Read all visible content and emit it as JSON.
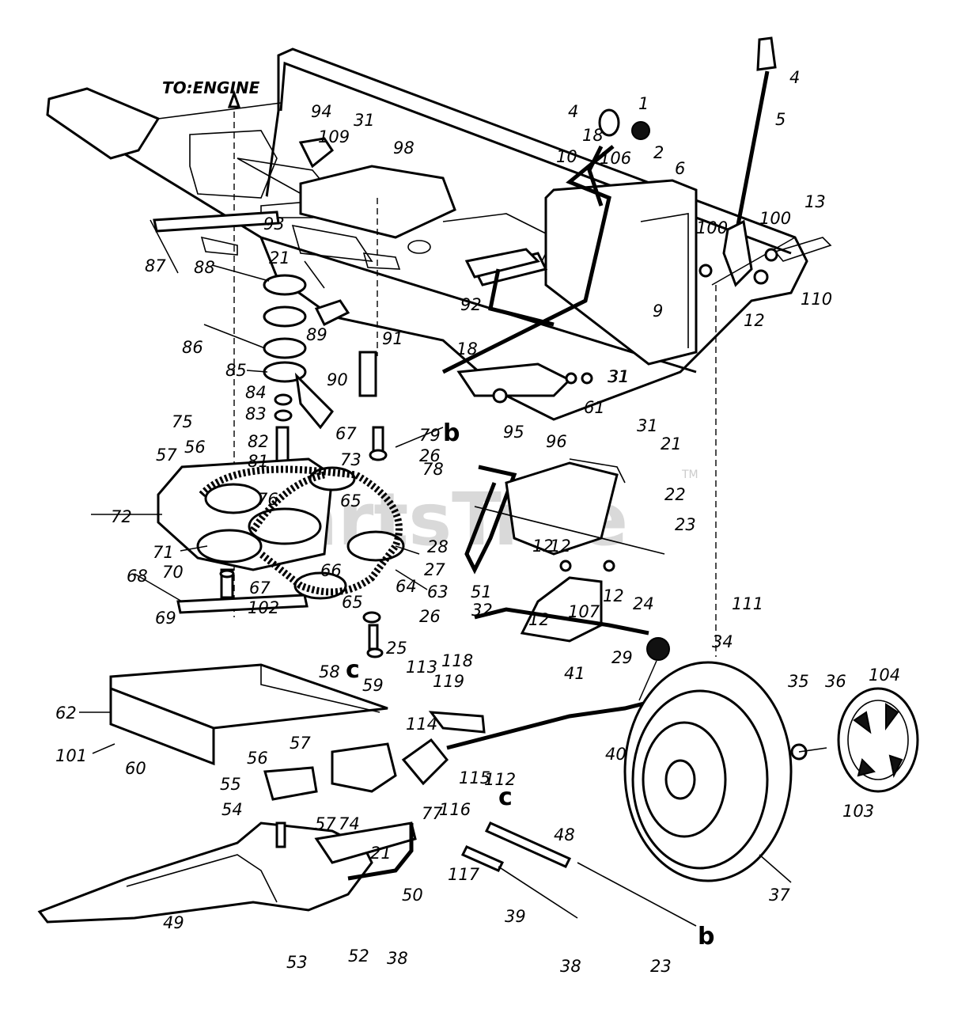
{
  "header": {
    "engine_label": "TO:ENGINE"
  },
  "watermark": {
    "text": "PartsTree",
    "trademark": "TM"
  },
  "reference_letters": {
    "b_top": "b",
    "b_bottom": "b",
    "c_left": "c",
    "c_right": "c"
  },
  "part_labels": [
    "1",
    "2",
    "4",
    "4",
    "5",
    "6",
    "9",
    "10",
    "12",
    "12",
    "12",
    "12",
    "12",
    "13",
    "18",
    "18",
    "21",
    "21",
    "21",
    "22",
    "23",
    "23",
    "24",
    "25",
    "26",
    "26",
    "27",
    "28",
    "29",
    "31",
    "31",
    "31",
    "31",
    "32",
    "34",
    "35",
    "36",
    "37",
    "38",
    "38",
    "39",
    "40",
    "41",
    "48",
    "49",
    "50",
    "51",
    "52",
    "53",
    "54",
    "55",
    "56",
    "56",
    "57",
    "57",
    "57",
    "58",
    "59",
    "60",
    "61",
    "62",
    "63",
    "64",
    "65",
    "65",
    "66",
    "67",
    "67",
    "68",
    "69",
    "70",
    "71",
    "72",
    "73",
    "74",
    "75",
    "76",
    "77",
    "78",
    "79",
    "81",
    "82",
    "83",
    "84",
    "85",
    "86",
    "87",
    "88",
    "89",
    "90",
    "91",
    "92",
    "93",
    "94",
    "95",
    "96",
    "98",
    "100",
    "100",
    "101",
    "102",
    "103",
    "104",
    "106",
    "107",
    "109",
    "110",
    "111",
    "112",
    "113",
    "114",
    "115",
    "116",
    "117",
    "118",
    "119"
  ],
  "colors": {
    "ink": "#000000",
    "watermark": "#d9d9d9",
    "paper": "#ffffff"
  }
}
